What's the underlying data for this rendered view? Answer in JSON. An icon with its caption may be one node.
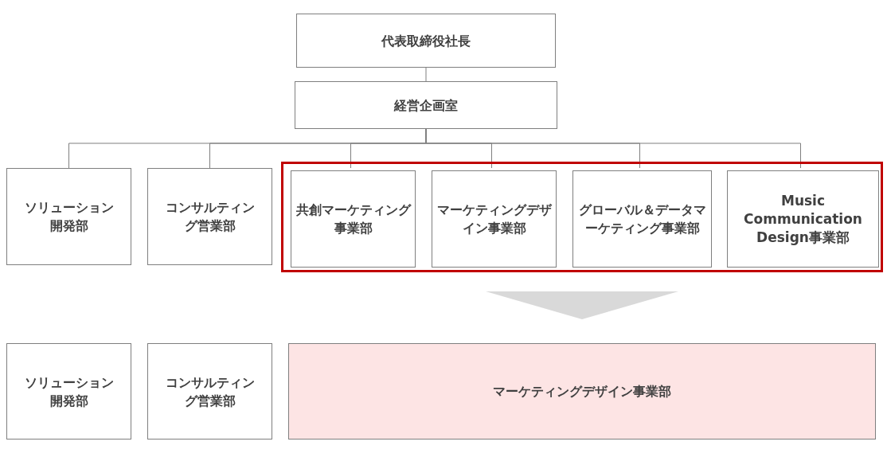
{
  "diagram": {
    "nodes": [
      {
        "text": [
          "代表取締役社長"
        ]
      },
      {
        "text": [
          "経営企画室"
        ]
      },
      {
        "text": [
          "ソリューション開発部"
        ]
      },
      {
        "text": [
          "コンサルティング営業部"
        ]
      },
      {
        "text": [],
        "shape": "box"
      },
      {
        "text": [
          "共創マーケティング事業部"
        ],
        "in": 4
      },
      {
        "text": [
          "マーケティングデザイン事業部"
        ],
        "in": 4
      },
      {
        "text": [
          "グローバル＆データマーケティング事業部"
        ],
        "in": 4
      },
      {
        "text": [
          "Music Communication Design事業部"
        ],
        "in": 4
      },
      {
        "text": [
          "ソリューション開発部"
        ]
      },
      {
        "text": [
          "コンサルティング営業部"
        ]
      },
      {
        "text": [
          "マーケティングデザイン事業部"
        ]
      }
    ],
    "edges": [
      {
        "from": 0,
        "to": 1,
        "arrow": "none"
      },
      {
        "from": 1,
        "to": 2,
        "arrow": "none"
      },
      {
        "from": 1,
        "to": 3,
        "arrow": "none"
      },
      {
        "from": 1,
        "to": 5,
        "arrow": "none"
      },
      {
        "from": 1,
        "to": 6,
        "arrow": "none"
      },
      {
        "from": 1,
        "to": 7,
        "arrow": "none"
      },
      {
        "from": 1,
        "to": 8,
        "arrow": "none"
      },
      {
        "from": 4,
        "to": 11,
        "arrow": "to",
        "style": "thick",
        "color": "#d9d9d9"
      }
    ]
  }
}
